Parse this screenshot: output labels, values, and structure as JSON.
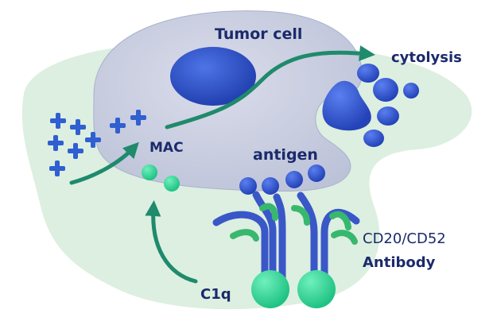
{
  "labels": {
    "tumor_cell": "Tumor cell",
    "cytolysis": "cytolysis",
    "mac": "MAC",
    "antigen": "antigen",
    "antibody_line1": "CD20/CD52",
    "antibody_line2": "Antibody",
    "c1q": "C1q"
  },
  "colors": {
    "text": "#1b2a6b",
    "background_halo": "#dcefe0",
    "tumor_cell_fill": "#c8cde0",
    "nucleus": "#2f4fc4",
    "complement_plus": "#2f5fd0",
    "arrow": "#1f8a6c",
    "c1q_green": "#3ed69a",
    "antibody_blue": "#3a57c8",
    "antibody_green": "#37b86e"
  },
  "icons": {
    "plus_marks": "complement-plus-icon",
    "arrow": "arrow-icon"
  }
}
